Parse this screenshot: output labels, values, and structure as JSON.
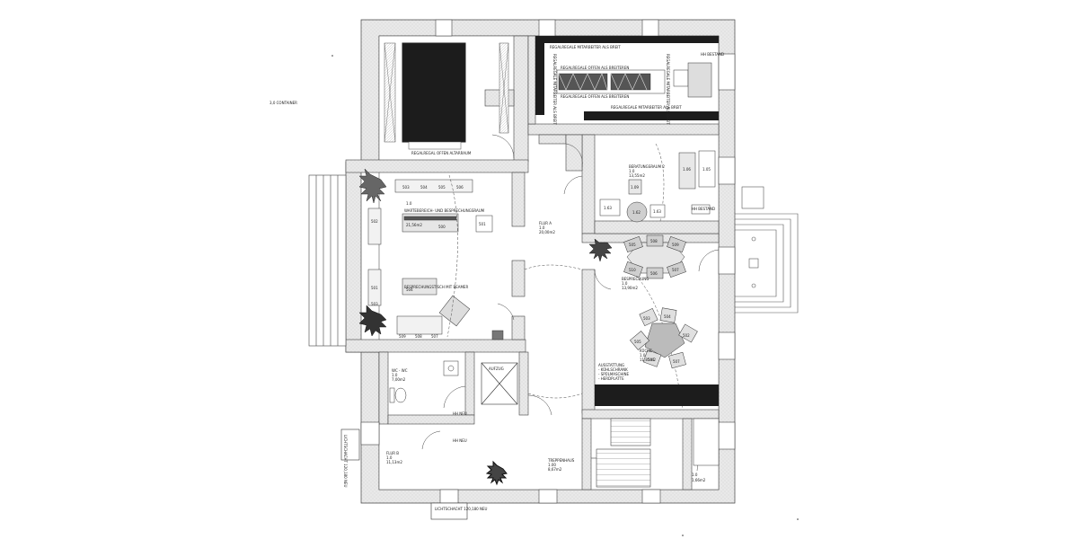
{
  "labels": {
    "container": "3,0 CONTAINER",
    "regal_altarraum": "REGALREGAL OFFEN ALTARRAUM",
    "regal_top_right": "REGALREGALE MITARBEITER ALS BREIT",
    "regal_offen_1": "REGALREGALE OFFEN ALS BREITEREN",
    "regal_offen_2": "REGALREGALE OFFEN ALS BREITEREN",
    "regal_bottom_right": "REGALREGALE MITARBEITER ALS BREIT",
    "regal_vert_left": "REGALREGALE MITARBEITER ALS BREIT",
    "regal_vert_right": "REGALREGALE MITARBEITER ALS BREIT",
    "hh_bestand_top": "HH BESTAND",
    "wartebereich_room": "WARTEBEREICH- UND BESPRECHUNGSRAUM",
    "wartebereich_code": "1.0",
    "wartebereich_area": "21,56m2",
    "wartebereich_tag": "BESPRECHUNGSTISCH MIT BEAMER",
    "flur_a_title": "FLUR A",
    "flur_a_code": "1.0",
    "flur_a_area": "20,00m2",
    "beratung_title": "BERATUNGSRAUM 2",
    "beratung_code": "1.0",
    "beratung_area": "13,55m2",
    "hh_bestand_mid": "HH BESTAND",
    "bespr_title": "BESPRECHUNG",
    "bespr_code": "1.0",
    "bespr_area": "13,90m2",
    "kueche_title": "KÜCHE",
    "kueche_code": "1.0",
    "kueche_area": "11,85m2",
    "ausstattung_title": "AUSSTATTUNG",
    "ausstattung_l1": "- KÜHLSCHRANK",
    "ausstattung_l2": "- SPÜLMASCHINE",
    "ausstattung_l3": "- HERDPLATTE",
    "wc_title": "WC - WC",
    "wc_code": "1.0",
    "wc_area": "7,00m2",
    "aufzug": "AUFZUG",
    "hh_neu_1": "HH NEU",
    "hh_neu_2": "HH NEU",
    "flur_b_title": "FLUR B",
    "flur_b_code": "1.0",
    "flur_b_area": "11,13m2",
    "treppenhaus_title": "TREPPENHAUS",
    "treppenhaus_code": "1.00",
    "treppenhaus_area": "8,67m2",
    "small_room_code": "1.0",
    "small_room_area": "1,66m2",
    "lichtschacht_left": "LICHTSCHACHT 120,180 NEU",
    "lichtschacht_bottom": "LICHTSCHACHT 120,180 NEU"
  },
  "furniture": {
    "sofa_top": [
      "503",
      "504",
      "505",
      "506"
    ],
    "sofa_left": [
      "502",
      "501"
    ],
    "table_center": "500",
    "armchair_right": "501",
    "bespr_table": [
      "503",
      "504"
    ],
    "bottom_seats": [
      "509",
      "508",
      "507"
    ],
    "beratung_desk": "1.63",
    "beratung_round": "1.62",
    "beratung_chair": "1.63",
    "beratung_cabinet": "1.09",
    "beratung_side": "1.06",
    "beratung_box": "1.05",
    "hex_seats": [
      "505",
      "508",
      "509",
      "510",
      "506",
      "507"
    ],
    "star_seats": [
      "503",
      "504",
      "502",
      "505",
      "501",
      "507"
    ]
  },
  "colors": {
    "wall": "#ececec",
    "wall_edge": "#444444",
    "dark_fill": "#1c1c1c",
    "line": "#333333"
  }
}
